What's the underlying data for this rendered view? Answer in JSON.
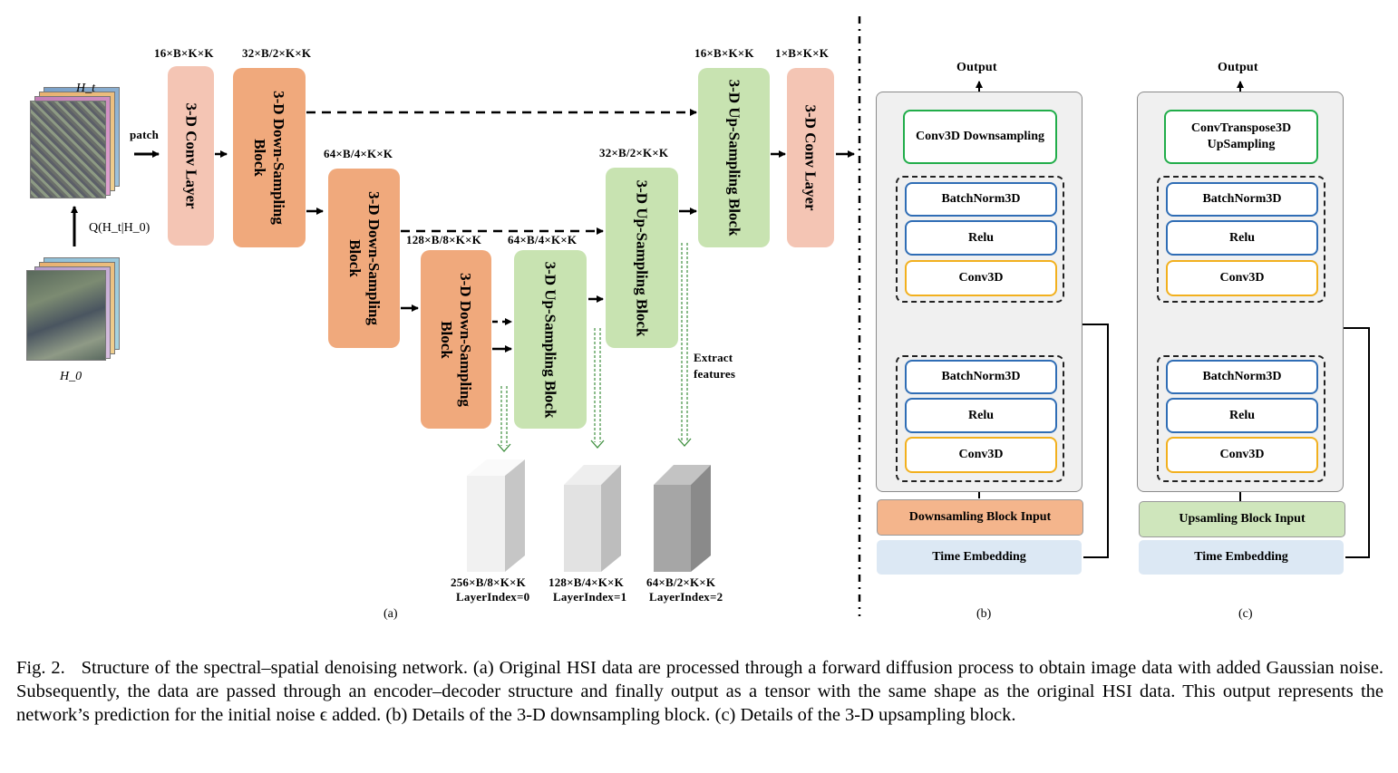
{
  "figure": {
    "panel_a": {
      "h_t": "H_t",
      "h_0": "H_0",
      "patch": "patch",
      "forward": "Q(H_t|H_0)",
      "conv_in": {
        "label": "3-D Conv Layer",
        "dims": "16×B×K×K"
      },
      "down1": {
        "label": "3-D Down-Sampling Block",
        "dims": "32×B/2×K×K"
      },
      "down2": {
        "label": "3-D Down-Sampling Block",
        "dims": "64×B/4×K×K"
      },
      "down3": {
        "label": "3-D Down-Sampling Block",
        "dims": "128×B/8×K×K"
      },
      "up1": {
        "label": "3-D Up-Sampling Block",
        "dims": "64×B/4×K×K"
      },
      "up2": {
        "label": "3-D Up-Sampling Block",
        "dims": "32×B/2×K×K"
      },
      "up3": {
        "label": "3-D Up-Sampling Block",
        "dims": "16×B×K×K"
      },
      "conv_out": {
        "label": "3-D Conv Layer",
        "dims": "1×B×K×K"
      },
      "extract": "Extract features",
      "features": [
        {
          "dims": "256×B/8×K×K",
          "index": "LayerIndex=0"
        },
        {
          "dims": "128×B/4×K×K",
          "index": "LayerIndex=1"
        },
        {
          "dims": "64×B/2×K×K",
          "index": "LayerIndex=2"
        }
      ],
      "tag": "(a)"
    },
    "panel_b": {
      "output": "Output",
      "top": "Conv3D Downsampling",
      "bn": "BatchNorm3D",
      "relu": "Relu",
      "conv": "Conv3D",
      "input": "Downsamling Block Input",
      "time": "Time Embedding",
      "tag": "(b)"
    },
    "panel_c": {
      "output": "Output",
      "top": "ConvTranspose3D UpSampling",
      "bn": "BatchNorm3D",
      "relu": "Relu",
      "conv": "Conv3D",
      "input": "Upsamling Block Input",
      "time": "Time Embedding",
      "tag": "(c)"
    },
    "colors": {
      "conv_layer": "#f4c5b4",
      "down_block": "#f0a97c",
      "up_block": "#c8e3b1",
      "input_down": "#f4b58c",
      "input_up": "#cfe6bc",
      "time": "#dce8f4",
      "blue_border": "#2f6db5",
      "yellow_border": "#f2b01e",
      "green_border": "#21ad4a"
    }
  },
  "caption": "Fig. 2.   Structure of the spectral–spatial denoising network. (a) Original HSI data are processed through a forward diffusion process to obtain image data with added Gaussian noise. Subsequently, the data are passed through an encoder–decoder structure and finally output as a tensor with the same shape as the original HSI data. This output represents the network’s prediction for the initial noise ϵ added. (b) Details of the 3-D downsampling block. (c) Details of the 3-D upsampling block."
}
